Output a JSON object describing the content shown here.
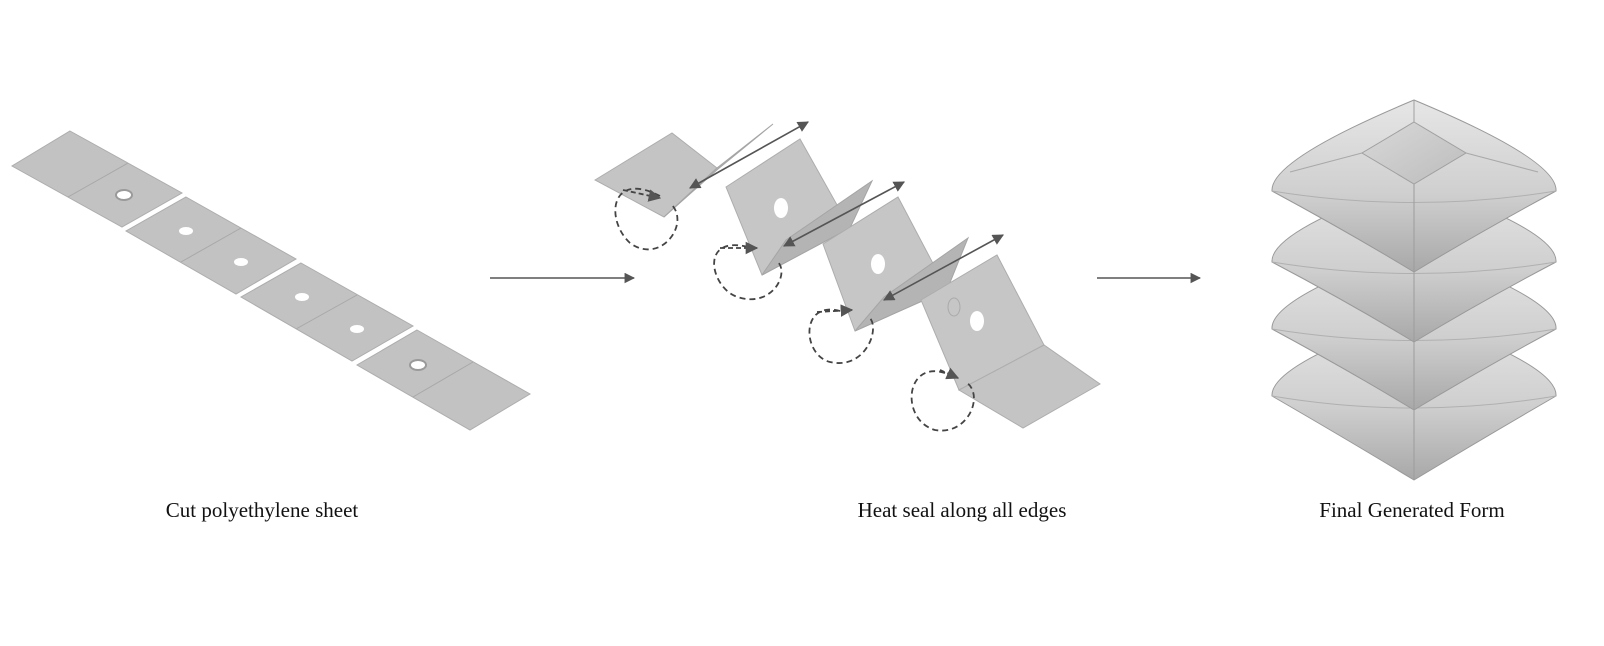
{
  "captions": {
    "step1": "Cut polyethylene sheet",
    "step2": "Heat seal along all edges",
    "step3": "Final Generated Form"
  },
  "colors": {
    "panel": "#bdbdbd",
    "panel_edge": "#a3a3a3",
    "arrow": "#555555",
    "hole": "#ffffff"
  }
}
